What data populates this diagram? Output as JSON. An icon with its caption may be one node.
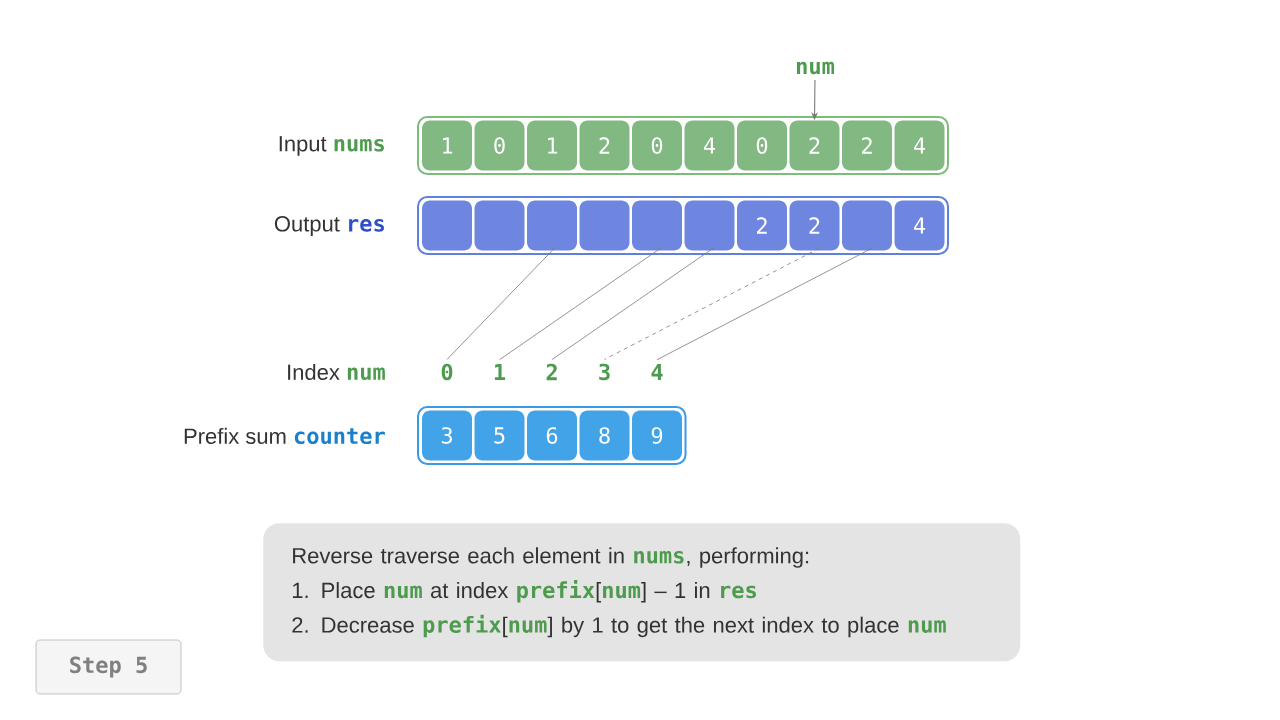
{
  "diagram": {
    "nodes": [
      {
        "text": [
          "num"
        ]
      },
      {
        "text": [
          "Input **nums**"
        ]
      },
      {
        "text": [
          "1"
        ],
        "in": 1
      },
      {
        "text": [
          "0"
        ],
        "in": 1
      },
      {
        "text": [
          "1"
        ],
        "in": 1
      },
      {
        "text": [
          "2"
        ],
        "in": 1
      },
      {
        "text": [
          "0"
        ],
        "in": 1
      },
      {
        "text": [
          "4"
        ],
        "in": 1
      },
      {
        "text": [
          "0"
        ],
        "in": 1
      },
      {
        "text": [
          "2"
        ],
        "in": 1
      },
      {
        "text": [
          "2"
        ],
        "in": 1
      },
      {
        "text": [
          "4"
        ],
        "in": 1
      },
      {
        "text": [
          "Output **res**"
        ]
      },
      {
        "text": [],
        "shape": "box",
        "in": 12
      },
      {
        "text": [],
        "shape": "box",
        "in": 12
      },
      {
        "text": [],
        "shape": "box",
        "in": 12
      },
      {
        "text": [],
        "shape": "box",
        "in": 12
      },
      {
        "text": [],
        "shape": "box",
        "in": 12
      },
      {
        "text": [],
        "shape": "box",
        "in": 12
      },
      {
        "text": [
          "2"
        ],
        "in": 12
      },
      {
        "text": [
          "2"
        ],
        "in": 12
      },
      {
        "text": [],
        "shape": "box",
        "in": 12
      },
      {
        "text": [
          "4"
        ],
        "in": 12
      },
      {
        "text": [
          "0"
        ]
      },
      {
        "text": [
          "1"
        ]
      },
      {
        "text": [
          "2"
        ]
      },
      {
        "text": [
          "3"
        ]
      },
      {
        "text": [
          "4"
        ]
      },
      {
        "text": [
          "Prefix sum **counter**"
        ]
      },
      {
        "text": [
          "3"
        ],
        "in": 28
      },
      {
        "text": [
          "5"
        ],
        "in": 28
      },
      {
        "text": [
          "6"
        ],
        "in": 28
      },
      {
        "text": [
          "8"
        ],
        "in": 28
      },
      {
        "text": [
          "9"
        ],
        "in": 28
      },
      {
        "text": [
          "Reverse traverse each element in **nums**, performing:",
          "1. Place **num** at index **prefix**[**num**] – 1 in **res**",
          "2. Decrease **prefix**[**num**] by 1 to get the next index to place **num**"
        ]
      },
      {
        "text": [
          "Step 5"
        ]
      }
    ],
    "edges": [
      {
        "from": 0,
        "to": 9,
        "arrow": "to"
      },
      {
        "from": 15,
        "to": 23,
        "arrow": "none"
      },
      {
        "from": 17,
        "to": 24,
        "arrow": "none"
      },
      {
        "from": 18,
        "to": 25,
        "arrow": "none"
      },
      {
        "from": 20,
        "to": 26,
        "arrow": "none",
        "style": "dashed"
      },
      {
        "from": 21,
        "to": 27,
        "arrow": "none"
      }
    ],
    "labels": [
      "Index **num**"
    ]
  }
}
